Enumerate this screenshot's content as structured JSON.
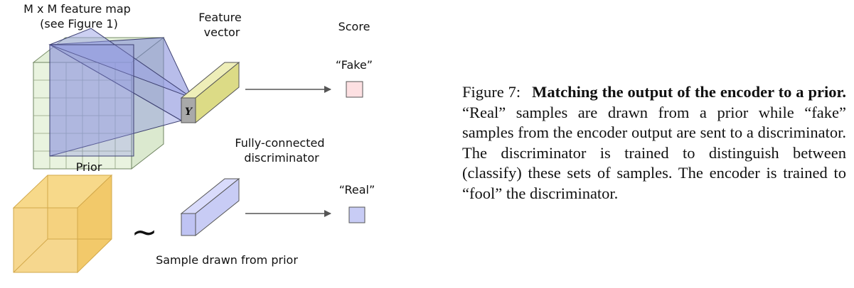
{
  "diagram": {
    "feature_map_label": [
      "M x M feature map",
      "(see Figure 1)"
    ],
    "feature_vector_label": [
      "Feature",
      "vector"
    ],
    "score_label": "Score",
    "fake_label": "“Fake”",
    "real_label": "“Real”",
    "discriminator_label": [
      "Fully-connected",
      "discriminator"
    ],
    "prior_label": "Prior",
    "tilde": "~",
    "sample_label": "Sample drawn from prior",
    "vector_symbol": "Y",
    "colors": {
      "grid_fill": "#e9f3df",
      "projection_fill": "#8f96e0",
      "vector_fill": "#e5e49a",
      "prior_fill": "#f4cd72",
      "fake_score_fill": "#fde0e2",
      "real_score_fill": "#c8ccf5"
    }
  },
  "caption": {
    "figure_number": "Figure 7:",
    "title": "Matching the output of the encoder to a prior.",
    "body": "“Real” samples are drawn from a prior while “fake” samples from the encoder output are sent to a discriminator. The discriminator is trained to distinguish between (classify) these sets of samples. The encoder is trained to “fool” the discriminator."
  }
}
